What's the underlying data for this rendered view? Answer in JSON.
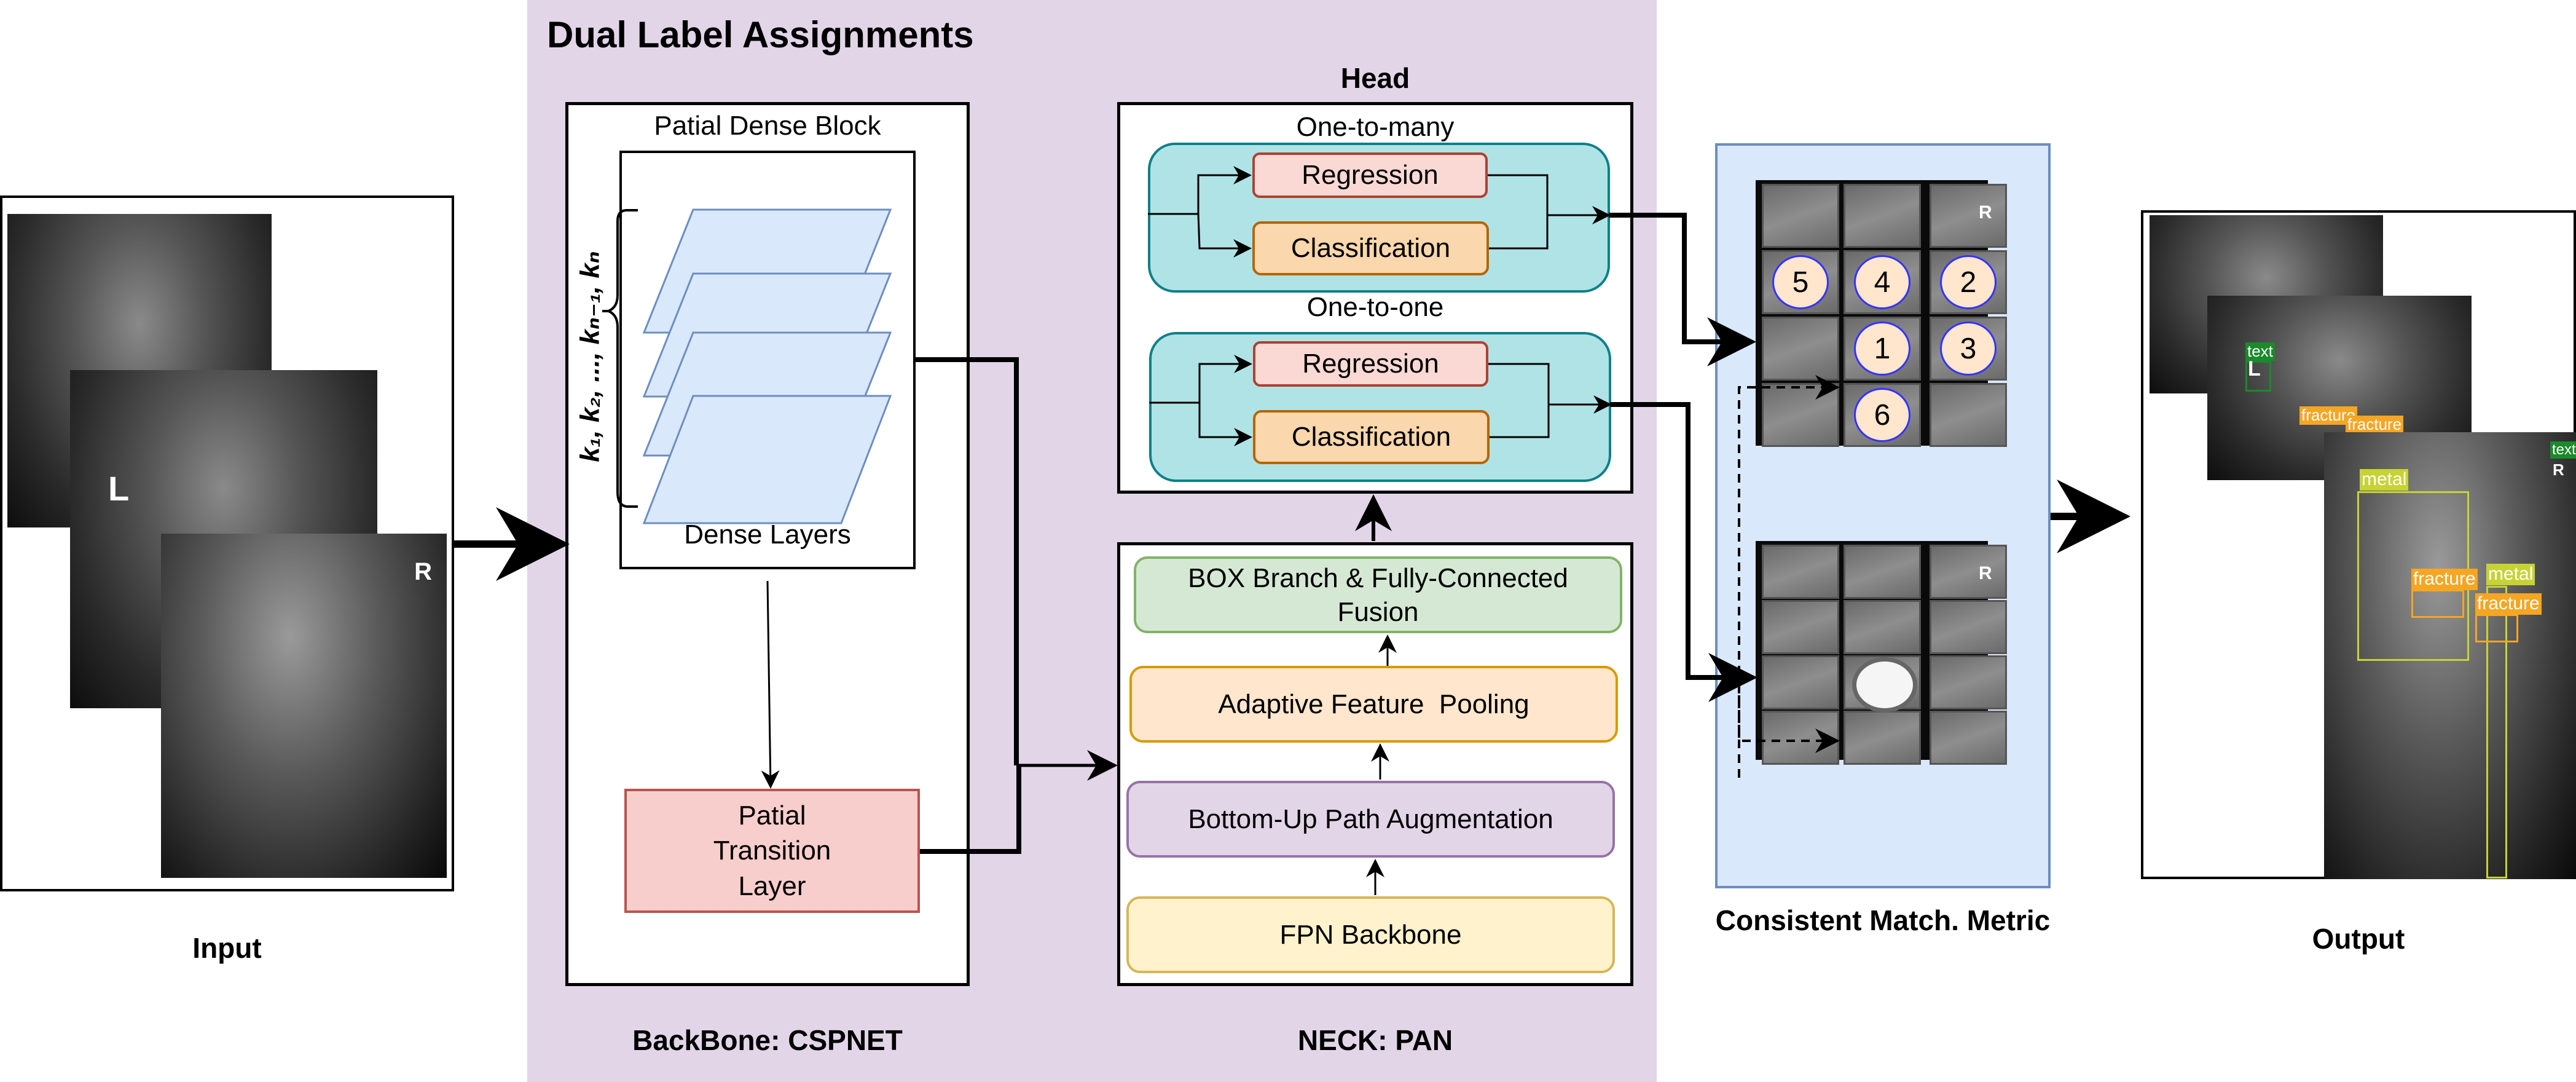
{
  "title": "Dual Label Assignments",
  "input": {
    "label": "Input",
    "marker_left": "L",
    "marker_right": "R"
  },
  "backbone": {
    "label": "BackBone: CSPNET",
    "dense_block_title": "Patial Dense Block",
    "dense_layers_label": "Dense Layers",
    "k_sequence": "k₁, k₂, ..., kₙ₋₁, kₙ",
    "transition_layer": "Patial Transition Layer"
  },
  "head": {
    "label": "Head",
    "groups": [
      {
        "title": "One-to-many",
        "regression": "Regression",
        "classification": "Classification"
      },
      {
        "title": "One-to-one",
        "regression": "Regression",
        "classification": "Classification"
      }
    ]
  },
  "neck": {
    "label": "NECK: PAN",
    "blocks": [
      "BOX Branch & Fully-Connected Fusion",
      "Adaptive Feature  Pooling",
      "Bottom-Up Path Augmentation",
      "FPN Backbone"
    ]
  },
  "match": {
    "label": "Consistent Match. Metric",
    "ranked_cells": [
      {
        "rank": "5",
        "row": 1,
        "col": 0
      },
      {
        "rank": "4",
        "row": 1,
        "col": 1
      },
      {
        "rank": "2",
        "row": 1,
        "col": 2
      },
      {
        "rank": "1",
        "row": 2,
        "col": 1
      },
      {
        "rank": "3",
        "row": 2,
        "col": 2
      },
      {
        "rank": "6",
        "row": 3,
        "col": 1
      }
    ],
    "selected_cell": {
      "row": 2,
      "col": 1
    },
    "marker": "R"
  },
  "output": {
    "label": "Output",
    "detections": [
      "text",
      "fracture",
      "fracture",
      "metal",
      "fracture",
      "metal",
      "fracture",
      "text"
    ],
    "marker_left": "L",
    "marker_right": "R"
  },
  "colors": {
    "purple_region": "#e1d5e7",
    "match_panel": "#dae8fc",
    "teal_group": "#b0e3e6",
    "regression": "#fad9d5",
    "classification": "#fad7ac",
    "transition": "#f8cecc",
    "fusion": "#d5e8d4",
    "pooling": "#ffe6cc",
    "bottom_up": "#e1d5e7",
    "fpn": "#fff2cc",
    "rank_circle_border": "#3333ff",
    "det_fracture": "#f5a623",
    "det_metal": "#c7d334",
    "det_text": "#1a8a2a"
  }
}
